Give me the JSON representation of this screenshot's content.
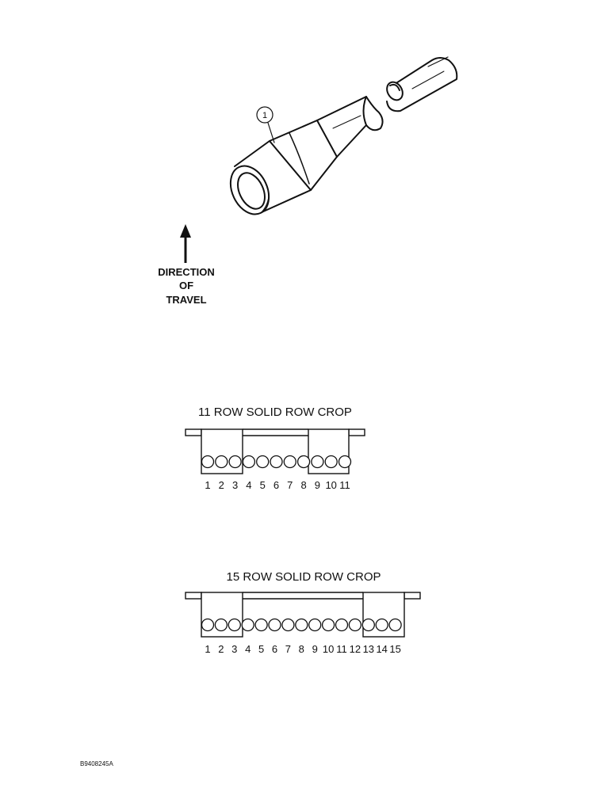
{
  "illustration": {
    "callout": "1",
    "direction": [
      "DIRECTION",
      "OF",
      "TRAVEL"
    ]
  },
  "layouts": [
    {
      "title": "11 ROW SOLID ROW CROP",
      "rows": [
        "1",
        "2",
        "3",
        "4",
        "5",
        "6",
        "7",
        "8",
        "9",
        "10",
        "11"
      ]
    },
    {
      "title": "15 ROW SOLID ROW CROP",
      "rows": [
        "1",
        "2",
        "3",
        "4",
        "5",
        "6",
        "7",
        "8",
        "9",
        "10",
        "11",
        "12",
        "13",
        "14",
        "15"
      ]
    }
  ],
  "figure_code": "B9408245A"
}
